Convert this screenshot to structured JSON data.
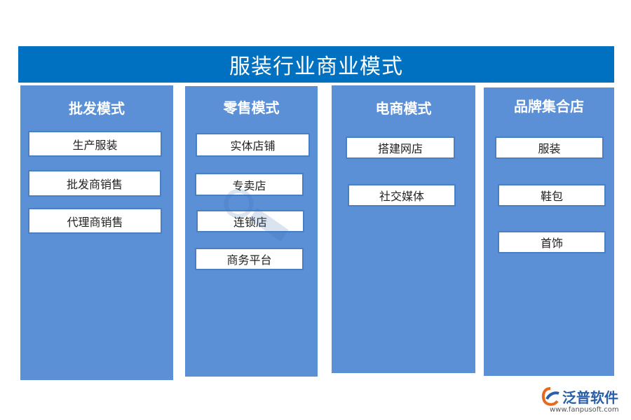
{
  "title": "服装行业商业模式",
  "columns": [
    {
      "title": "批发模式",
      "items": [
        "生产服装",
        "批发商销售",
        "代理商销售"
      ]
    },
    {
      "title": "零售模式",
      "items": [
        "实体店铺",
        "专卖店",
        "连锁店",
        "商务平台"
      ]
    },
    {
      "title": "电商模式",
      "items": [
        "搭建网店",
        "社交媒体"
      ]
    },
    {
      "title": "品牌集合店",
      "items": [
        "服装",
        "鞋包",
        "首饰"
      ]
    }
  ],
  "logo": {
    "name": "泛普软件",
    "url": "www.fanpusoft.com"
  },
  "colors": {
    "title_bar": "#0070c0",
    "column": "#5b8fd6",
    "box_border": "#4a7fc4"
  }
}
